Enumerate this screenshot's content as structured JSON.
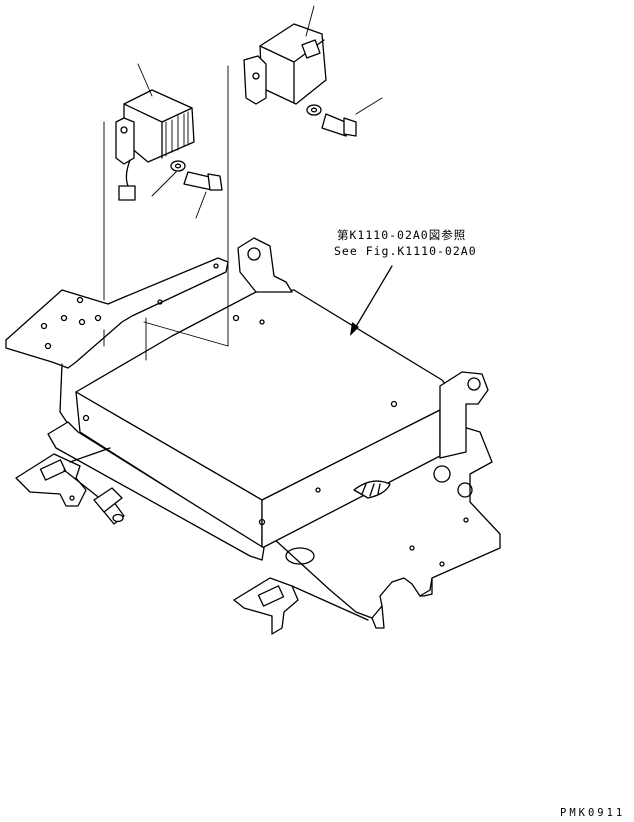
{
  "reference": {
    "jp": "第K1110-02A0図参照",
    "en": "See Fig.K1110-02A0"
  },
  "drawing_id": "PMK0911"
}
